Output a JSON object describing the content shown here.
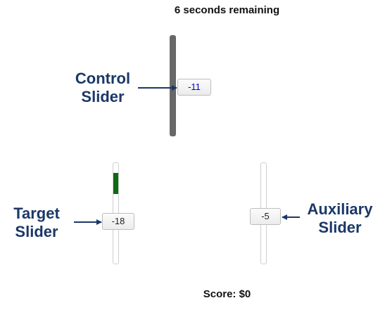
{
  "timer_text": "6 seconds remaining",
  "score_text": "Score: $0",
  "colors": {
    "label": "#1a3867",
    "control_value": "#0000cc",
    "target_fill": "#0e6b12"
  },
  "control_slider": {
    "value": "-11",
    "label_line1": "Control",
    "label_line2": "Slider"
  },
  "target_slider": {
    "value": "-18",
    "label_line1": "Target",
    "label_line2": "Slider"
  },
  "auxiliary_slider": {
    "value": "-5",
    "label_line1": "Auxiliary",
    "label_line2": "Slider"
  }
}
